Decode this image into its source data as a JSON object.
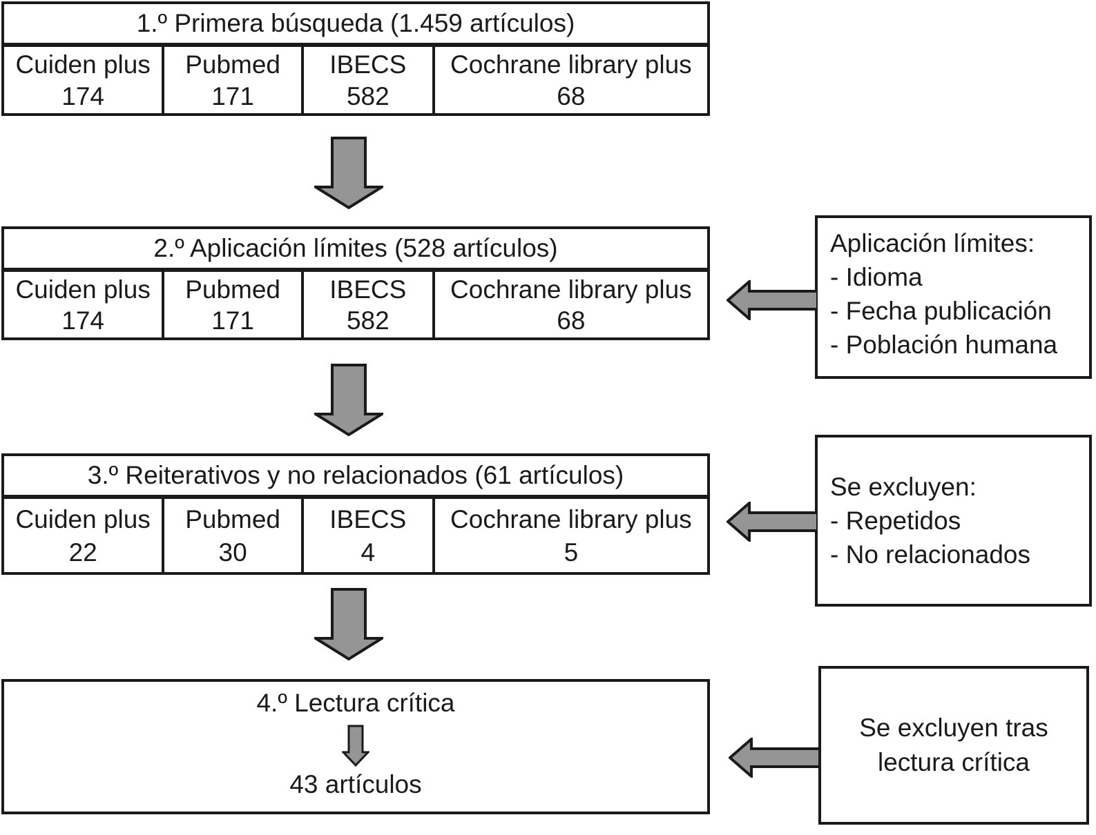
{
  "figure": {
    "background": "#ffffff",
    "border_color": "#1a1a1a",
    "arrow_fill": "#959595"
  },
  "steps": [
    {
      "title": "1.º Primera búsqueda (1.459 artículos)",
      "sources": [
        {
          "name": "Cuiden plus",
          "count": "174"
        },
        {
          "name": "Pubmed",
          "count": "171"
        },
        {
          "name": "IBECS",
          "count": "582"
        },
        {
          "name": "Cochrane library plus",
          "count": "68"
        }
      ]
    },
    {
      "title": "2.º Aplicación límites (528 artículos)",
      "sources": [
        {
          "name": "Cuiden plus",
          "count": "174"
        },
        {
          "name": "Pubmed",
          "count": "171"
        },
        {
          "name": "IBECS",
          "count": "582"
        },
        {
          "name": "Cochrane library plus",
          "count": "68"
        }
      ]
    },
    {
      "title": "3.º Reiterativos y no relacionados (61 artículos)",
      "sources": [
        {
          "name": "Cuiden plus",
          "count": "22"
        },
        {
          "name": "Pubmed",
          "count": "30"
        },
        {
          "name": "IBECS",
          "count": "4"
        },
        {
          "name": "Cochrane library plus",
          "count": "5"
        }
      ]
    },
    {
      "title": "4.º Lectura crítica",
      "result": "43 artículos"
    }
  ],
  "side_notes": [
    {
      "title": "Aplicación límites:",
      "items": [
        "- Idioma",
        "- Fecha publicación",
        "- Población humana"
      ]
    },
    {
      "title": "Se excluyen:",
      "items": [
        "- Repetidos",
        "- No relacionados"
      ]
    },
    {
      "title": "Se excluyen tras lectura crítica",
      "items": []
    }
  ]
}
